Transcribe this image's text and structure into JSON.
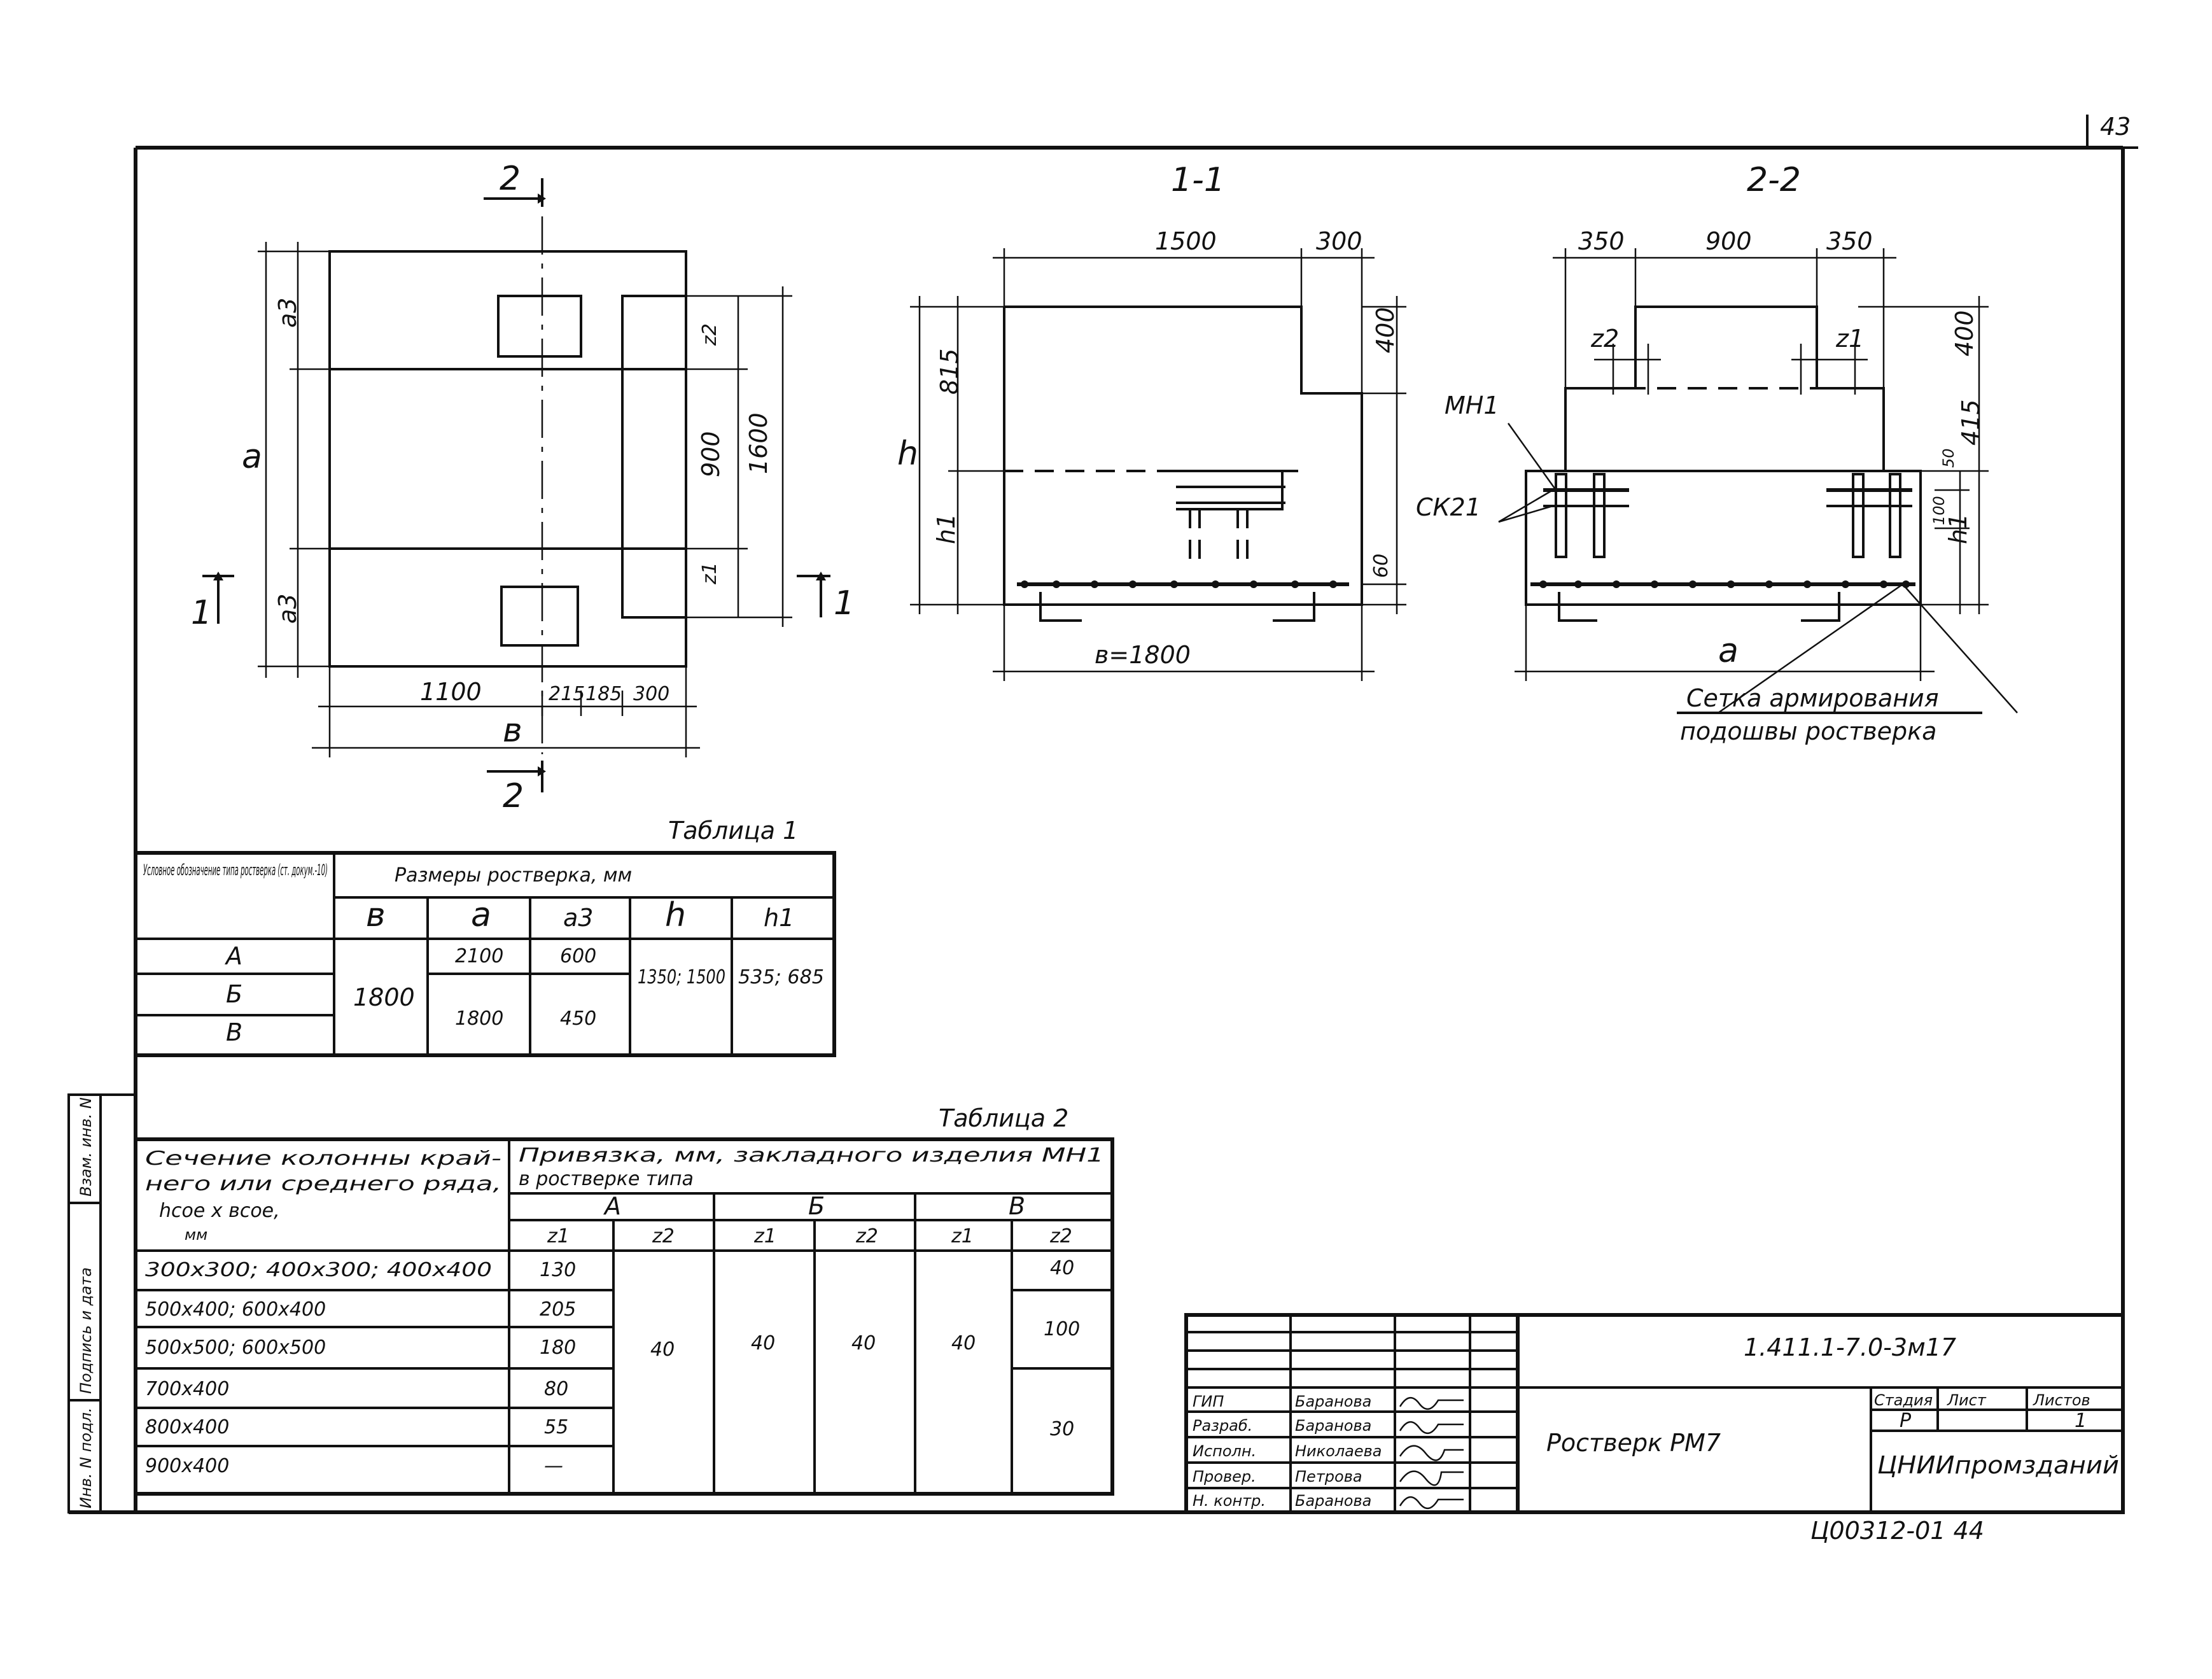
{
  "sheet": {
    "page_number": "43",
    "doc_stamp": "Ц00312-01  44"
  },
  "plan": {
    "section_mark_top": "2",
    "section_mark_bottom": "2",
    "section_mark_left": "1",
    "section_mark_right": "1",
    "label_a": "a",
    "label_a3_top": "a3",
    "label_a3_bottom": "a3",
    "label_b": "в",
    "dim_z2": "z2",
    "dim_z1": "z1",
    "dim_900": "900",
    "dim_1600": "1600",
    "dim_1100": "1100",
    "dim_215": "215",
    "dim_185": "185",
    "dim_300": "300"
  },
  "section_1": {
    "title": "1-1",
    "dim_1500": "1500",
    "dim_300": "300",
    "dim_400": "400",
    "dim_815": "815",
    "label_h": "h",
    "label_h1": "h1",
    "dim_60": "60",
    "dim_b": "в=1800"
  },
  "section_2": {
    "title": "2-2",
    "dim_350_left": "350",
    "dim_900": "900",
    "dim_350_right": "350",
    "dim_400": "400",
    "dim_415": "415",
    "dim_50": "50",
    "dim_100": "100",
    "label_h1": "h1",
    "label_z2": "z2",
    "label_z1": "z1",
    "label_a": "a",
    "callout_mn1": "МН1",
    "callout_ck21": "СК21",
    "callout_mesh_line1": "Сетка армирования",
    "callout_mesh_line2": "подошвы ростверка"
  },
  "table1": {
    "caption": "Таблица 1",
    "header_col0": "Условное обозначение типа ростверка (ст. докум.-10)",
    "header_group": "Размеры ростверка, мм",
    "col_headers": [
      "в",
      "a",
      "a3",
      "h",
      "h1"
    ],
    "rows": [
      "А",
      "Б",
      "В"
    ],
    "b_value": "1800",
    "a_values": [
      "2100",
      "1800"
    ],
    "a3_values": [
      "600",
      "450"
    ],
    "h_values": "1350; 1500",
    "h1_values": "535; 685"
  },
  "table2": {
    "caption": "Таблица 2",
    "header_col0_line1": "Сечение колонны край-",
    "header_col0_line2": "него или среднего ряда,",
    "header_col0_line3": "hсое x всое,",
    "header_col0_line4": "мм",
    "header_group_line1": "Привязка, мм, закладного изделия МН1",
    "header_group_line2": "в ростверке типа",
    "type_headers": [
      "А",
      "Б",
      "В"
    ],
    "sub_headers": [
      "z1",
      "z2",
      "z1",
      "z2",
      "z1",
      "z2"
    ],
    "sections": [
      "300x300; 400x300; 400x400",
      "500x400; 600x400",
      "500x500; 600x500",
      "700x400",
      "800x400",
      "900x400"
    ],
    "a_z1": [
      "130",
      "205",
      "180",
      "80",
      "55",
      "—"
    ],
    "a_z2": "40",
    "b_z1": "40",
    "b_z2": "40",
    "v_z1": "40",
    "v_z2": [
      "40",
      "100",
      "30"
    ]
  },
  "side_stamp": {
    "cells": [
      "Взам. инв. N",
      "Подпись и дата",
      "Инв. N подл."
    ]
  },
  "title_block": {
    "designation": "1.411.1-7.0-3м17",
    "title": "Ростверк РМ7",
    "stage_label": "Стадия",
    "sheet_label": "Лист",
    "sheets_label": "Листов",
    "stage_value": "Р",
    "sheets_value": "1",
    "organization": "ЦНИИпромзданий",
    "roles": [
      "ГИП",
      "Разраб.",
      "Исполн.",
      "Провер.",
      "Н. контр."
    ],
    "names": [
      "Баранова",
      "Баранова",
      "Николаева",
      "Петрова",
      "Баранова"
    ]
  }
}
